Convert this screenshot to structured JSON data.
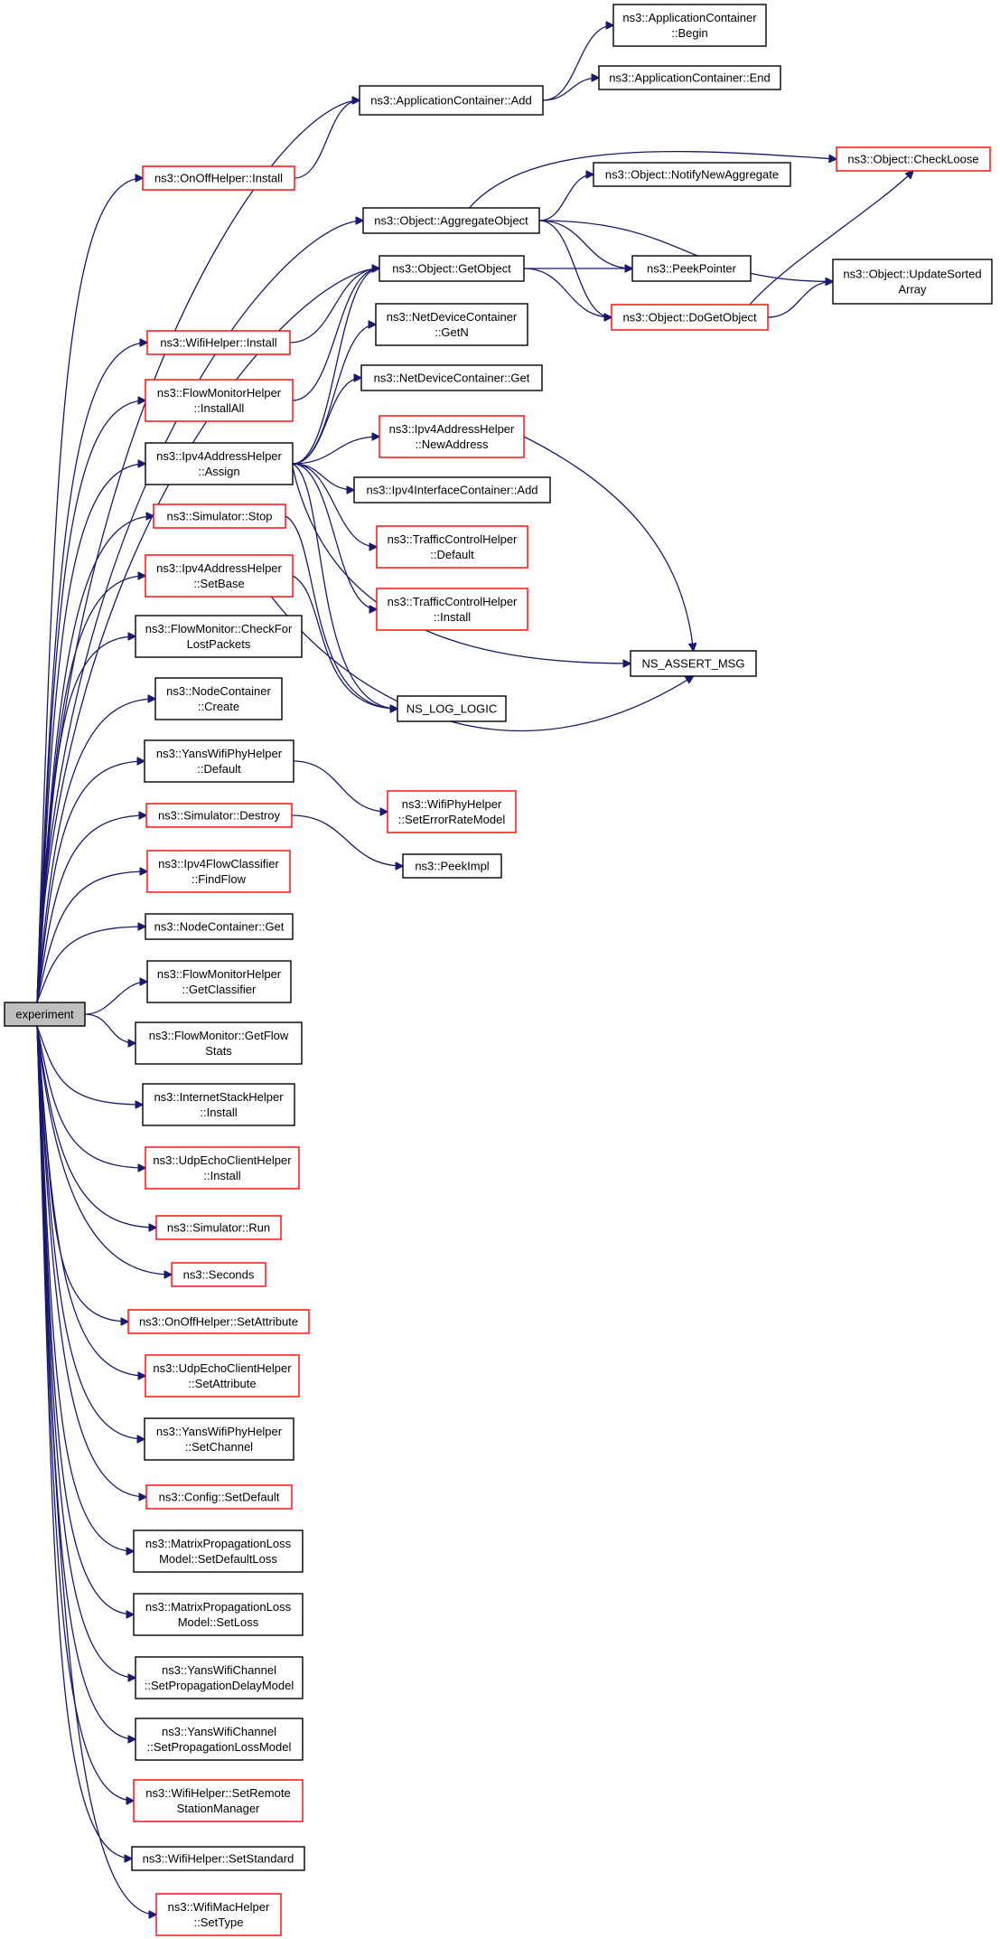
{
  "colors": {
    "edge": "#191970",
    "link_border": "#ff0000",
    "plain_border": "#000000",
    "root_fill": "#bfbfbf"
  },
  "nodes": [
    {
      "id": "experiment",
      "lines": [
        "experiment"
      ],
      "style": "root"
    },
    {
      "id": "appcont_begin",
      "lines": [
        "ns3::ApplicationContainer",
        "::Begin"
      ],
      "style": "plain"
    },
    {
      "id": "appcont_end",
      "lines": [
        "ns3::ApplicationContainer::End"
      ],
      "style": "plain"
    },
    {
      "id": "appcont_add",
      "lines": [
        "ns3::ApplicationContainer::Add"
      ],
      "style": "plain"
    },
    {
      "id": "onoff_install",
      "lines": [
        "ns3::OnOffHelper::Install"
      ],
      "style": "link"
    },
    {
      "id": "obj_checkloose",
      "lines": [
        "ns3::Object::CheckLoose"
      ],
      "style": "link"
    },
    {
      "id": "obj_notify",
      "lines": [
        "ns3::Object::NotifyNewAggregate"
      ],
      "style": "plain"
    },
    {
      "id": "obj_aggregate",
      "lines": [
        "ns3::Object::AggregateObject"
      ],
      "style": "plain"
    },
    {
      "id": "obj_getobject",
      "lines": [
        "ns3::Object::GetObject"
      ],
      "style": "plain"
    },
    {
      "id": "peekpointer",
      "lines": [
        "ns3::PeekPointer"
      ],
      "style": "plain"
    },
    {
      "id": "obj_updatesorted",
      "lines": [
        "ns3::Object::UpdateSorted",
        "Array"
      ],
      "style": "plain"
    },
    {
      "id": "obj_dogetobject",
      "lines": [
        "ns3::Object::DoGetObject"
      ],
      "style": "link"
    },
    {
      "id": "wifihelper_install",
      "lines": [
        "ns3::WifiHelper::Install"
      ],
      "style": "link"
    },
    {
      "id": "netdev_getn",
      "lines": [
        "ns3::NetDeviceContainer",
        "::GetN"
      ],
      "style": "plain"
    },
    {
      "id": "fmh_installall",
      "lines": [
        "ns3::FlowMonitorHelper",
        "::InstallAll"
      ],
      "style": "link"
    },
    {
      "id": "netdev_get",
      "lines": [
        "ns3::NetDeviceContainer::Get"
      ],
      "style": "plain"
    },
    {
      "id": "ipv4ah_newaddress",
      "lines": [
        "ns3::Ipv4AddressHelper",
        "::NewAddress"
      ],
      "style": "link"
    },
    {
      "id": "ipv4ah_assign",
      "lines": [
        "ns3::Ipv4AddressHelper",
        "::Assign"
      ],
      "style": "plain"
    },
    {
      "id": "ipv4ic_add",
      "lines": [
        "ns3::Ipv4InterfaceContainer::Add"
      ],
      "style": "plain"
    },
    {
      "id": "sim_stop",
      "lines": [
        "ns3::Simulator::Stop"
      ],
      "style": "link"
    },
    {
      "id": "tch_default",
      "lines": [
        "ns3::TrafficControlHelper",
        "::Default"
      ],
      "style": "link"
    },
    {
      "id": "ipv4ah_setbase",
      "lines": [
        "ns3::Ipv4AddressHelper",
        "::SetBase"
      ],
      "style": "link"
    },
    {
      "id": "tch_install",
      "lines": [
        "ns3::TrafficControlHelper",
        "::Install"
      ],
      "style": "link"
    },
    {
      "id": "fm_checkfor",
      "lines": [
        "ns3::FlowMonitor::CheckFor",
        "LostPackets"
      ],
      "style": "plain"
    },
    {
      "id": "ns_assert",
      "lines": [
        "NS_ASSERT_MSG"
      ],
      "style": "plain"
    },
    {
      "id": "ns_log_logic",
      "lines": [
        "NS_LOG_LOGIC"
      ],
      "style": "plain"
    },
    {
      "id": "nc_create",
      "lines": [
        "ns3::NodeContainer",
        "::Create"
      ],
      "style": "plain"
    },
    {
      "id": "ywph_default",
      "lines": [
        "ns3::YansWifiPhyHelper",
        "::Default"
      ],
      "style": "plain"
    },
    {
      "id": "wph_seterror",
      "lines": [
        "ns3::WifiPhyHelper",
        "::SetErrorRateModel"
      ],
      "style": "link"
    },
    {
      "id": "sim_destroy",
      "lines": [
        "ns3::Simulator::Destroy"
      ],
      "style": "link"
    },
    {
      "id": "peekimpl",
      "lines": [
        "ns3::PeekImpl"
      ],
      "style": "plain"
    },
    {
      "id": "ipv4fc_findflow",
      "lines": [
        "ns3::Ipv4FlowClassifier",
        "::FindFlow"
      ],
      "style": "link"
    },
    {
      "id": "nc_get",
      "lines": [
        "ns3::NodeContainer::Get"
      ],
      "style": "plain"
    },
    {
      "id": "fmh_getclassifier",
      "lines": [
        "ns3::FlowMonitorHelper",
        "::GetClassifier"
      ],
      "style": "plain"
    },
    {
      "id": "fm_getflowstats",
      "lines": [
        "ns3::FlowMonitor::GetFlow",
        "Stats"
      ],
      "style": "plain"
    },
    {
      "id": "ish_install",
      "lines": [
        "ns3::InternetStackHelper",
        "::Install"
      ],
      "style": "plain"
    },
    {
      "id": "uech_install",
      "lines": [
        "ns3::UdpEchoClientHelper",
        "::Install"
      ],
      "style": "link"
    },
    {
      "id": "sim_run",
      "lines": [
        "ns3::Simulator::Run"
      ],
      "style": "link"
    },
    {
      "id": "seconds",
      "lines": [
        "ns3::Seconds"
      ],
      "style": "link"
    },
    {
      "id": "onoff_setattr",
      "lines": [
        "ns3::OnOffHelper::SetAttribute"
      ],
      "style": "link"
    },
    {
      "id": "uech_setattr",
      "lines": [
        "ns3::UdpEchoClientHelper",
        "::SetAttribute"
      ],
      "style": "link"
    },
    {
      "id": "ywph_setchannel",
      "lines": [
        "ns3::YansWifiPhyHelper",
        "::SetChannel"
      ],
      "style": "plain"
    },
    {
      "id": "config_setdefault",
      "lines": [
        "ns3::Config::SetDefault"
      ],
      "style": "link"
    },
    {
      "id": "mplm_setdefaultloss",
      "lines": [
        "ns3::MatrixPropagationLoss",
        "Model::SetDefaultLoss"
      ],
      "style": "plain"
    },
    {
      "id": "mplm_setloss",
      "lines": [
        "ns3::MatrixPropagationLoss",
        "Model::SetLoss"
      ],
      "style": "plain"
    },
    {
      "id": "ywc_setdelay",
      "lines": [
        "ns3::YansWifiChannel",
        "::SetPropagationDelayModel"
      ],
      "style": "plain"
    },
    {
      "id": "ywc_setloss",
      "lines": [
        "ns3::YansWifiChannel",
        "::SetPropagationLossModel"
      ],
      "style": "plain"
    },
    {
      "id": "wh_setremote",
      "lines": [
        "ns3::WifiHelper::SetRemote",
        "StationManager"
      ],
      "style": "link"
    },
    {
      "id": "wh_setstandard",
      "lines": [
        "ns3::WifiHelper::SetStandard"
      ],
      "style": "plain"
    },
    {
      "id": "wmh_settype",
      "lines": [
        "ns3::WifiMacHelper",
        "::SetType"
      ],
      "style": "link"
    }
  ],
  "edges": [
    [
      "experiment",
      "appcont_add"
    ],
    [
      "experiment",
      "onoff_install"
    ],
    [
      "experiment",
      "obj_aggregate"
    ],
    [
      "experiment",
      "obj_getobject"
    ],
    [
      "experiment",
      "wifihelper_install"
    ],
    [
      "experiment",
      "fmh_installall"
    ],
    [
      "experiment",
      "ipv4ah_assign"
    ],
    [
      "experiment",
      "sim_stop"
    ],
    [
      "experiment",
      "ipv4ah_setbase"
    ],
    [
      "experiment",
      "fm_checkfor"
    ],
    [
      "experiment",
      "nc_create"
    ],
    [
      "experiment",
      "ywph_default"
    ],
    [
      "experiment",
      "sim_destroy"
    ],
    [
      "experiment",
      "ipv4fc_findflow"
    ],
    [
      "experiment",
      "nc_get"
    ],
    [
      "experiment",
      "fmh_getclassifier"
    ],
    [
      "experiment",
      "fm_getflowstats"
    ],
    [
      "experiment",
      "ish_install"
    ],
    [
      "experiment",
      "uech_install"
    ],
    [
      "experiment",
      "sim_run"
    ],
    [
      "experiment",
      "seconds"
    ],
    [
      "experiment",
      "onoff_setattr"
    ],
    [
      "experiment",
      "uech_setattr"
    ],
    [
      "experiment",
      "ywph_setchannel"
    ],
    [
      "experiment",
      "config_setdefault"
    ],
    [
      "experiment",
      "mplm_setdefaultloss"
    ],
    [
      "experiment",
      "mplm_setloss"
    ],
    [
      "experiment",
      "ywc_setdelay"
    ],
    [
      "experiment",
      "ywc_setloss"
    ],
    [
      "experiment",
      "wh_setremote"
    ],
    [
      "experiment",
      "wh_setstandard"
    ],
    [
      "experiment",
      "wmh_settype"
    ],
    [
      "appcont_add",
      "appcont_begin"
    ],
    [
      "appcont_add",
      "appcont_end"
    ],
    [
      "onoff_install",
      "appcont_add"
    ],
    [
      "obj_aggregate",
      "obj_checkloose"
    ],
    [
      "obj_aggregate",
      "obj_notify"
    ],
    [
      "obj_aggregate",
      "peekpointer"
    ],
    [
      "obj_aggregate",
      "obj_updatesorted"
    ],
    [
      "obj_aggregate",
      "obj_dogetobject"
    ],
    [
      "obj_getobject",
      "peekpointer"
    ],
    [
      "obj_getobject",
      "obj_dogetobject"
    ],
    [
      "obj_dogetobject",
      "obj_checkloose"
    ],
    [
      "obj_dogetobject",
      "obj_updatesorted"
    ],
    [
      "wifihelper_install",
      "obj_getobject"
    ],
    [
      "fmh_installall",
      "obj_getobject"
    ],
    [
      "ipv4ah_assign",
      "obj_getobject"
    ],
    [
      "ipv4ah_assign",
      "netdev_getn"
    ],
    [
      "ipv4ah_assign",
      "netdev_get"
    ],
    [
      "ipv4ah_assign",
      "ipv4ah_newaddress"
    ],
    [
      "ipv4ah_assign",
      "ipv4ic_add"
    ],
    [
      "ipv4ah_assign",
      "tch_default"
    ],
    [
      "ipv4ah_assign",
      "tch_install"
    ],
    [
      "ipv4ah_assign",
      "ns_assert"
    ],
    [
      "ipv4ah_assign",
      "ns_log_logic"
    ],
    [
      "ipv4ah_newaddress",
      "ns_assert"
    ],
    [
      "sim_stop",
      "ns_log_logic"
    ],
    [
      "ipv4ah_setbase",
      "ns_log_logic"
    ],
    [
      "ipv4ah_setbase",
      "ns_assert"
    ],
    [
      "ywph_default",
      "wph_seterror"
    ],
    [
      "sim_destroy",
      "peekimpl"
    ]
  ]
}
